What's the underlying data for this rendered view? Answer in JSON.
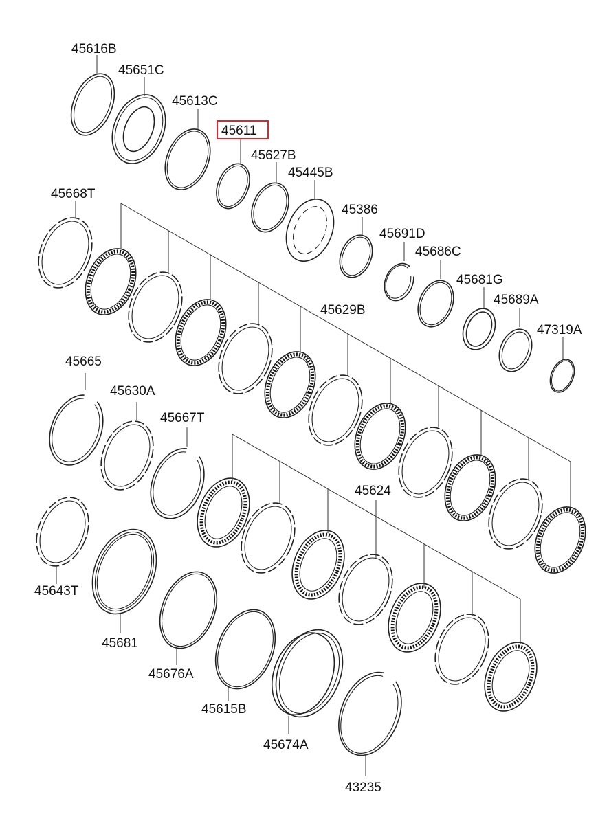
{
  "diagram": {
    "part_numbers": [
      "45616B",
      "45651C",
      "45613C",
      "45611",
      "45627B",
      "45445B",
      "45386",
      "45691D",
      "45686C",
      "45681G",
      "45689A",
      "47319A",
      "45668T",
      "45629B",
      "45665",
      "45630A",
      "45667T",
      "45624",
      "45643T",
      "45681",
      "45676A",
      "45615B",
      "45674A",
      "43235"
    ],
    "highlighted_part": "45611",
    "highlight_color": "#e0262b"
  }
}
